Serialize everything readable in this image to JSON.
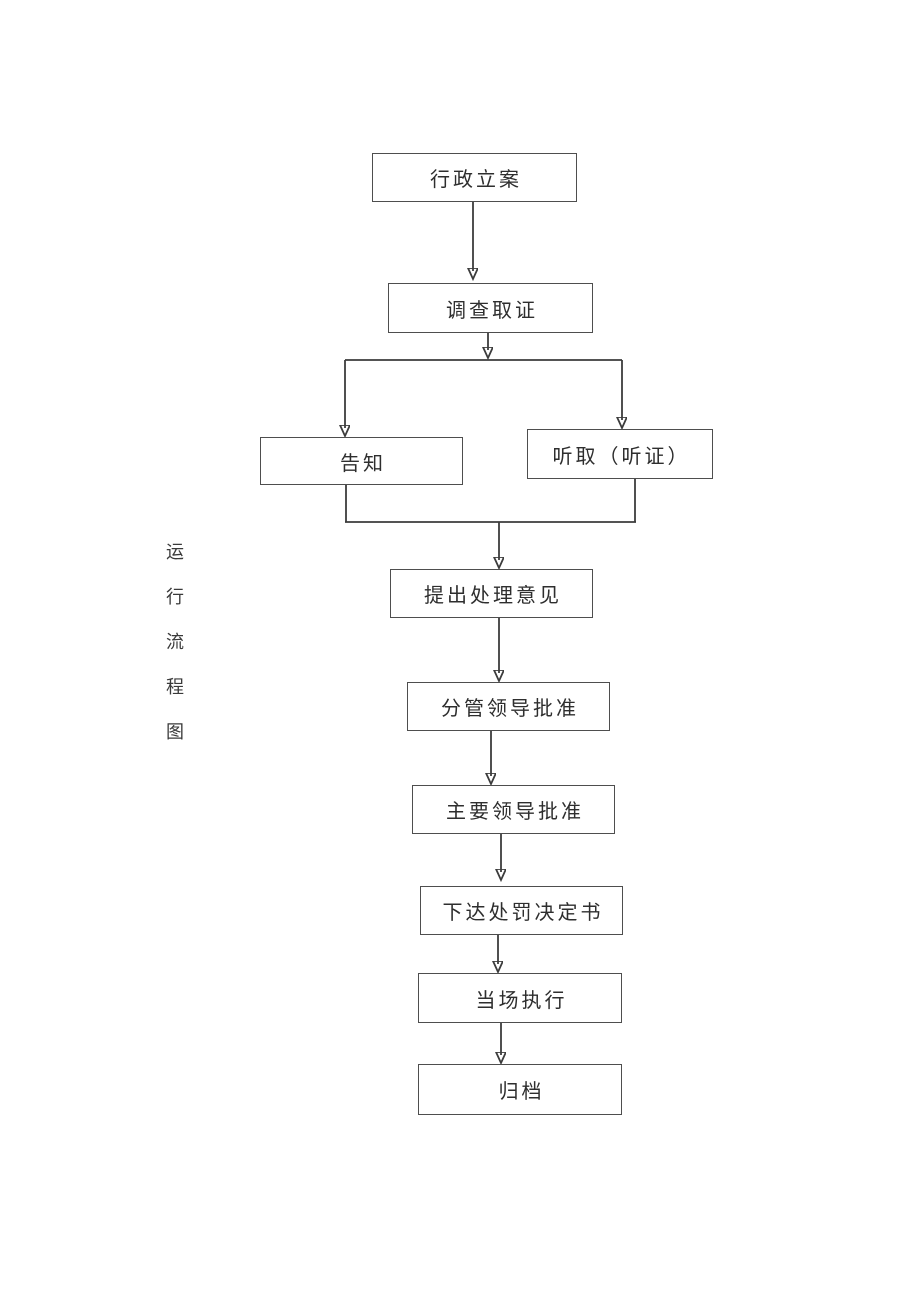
{
  "page": {
    "background_color": "#ffffff",
    "line_color": "#3c3c3c",
    "box_border_color": "#4e4e4e",
    "text_color": "#2e2e2e"
  },
  "side_label": {
    "full_text": "运行流程图",
    "text": "运\n行\n流\n程\n图"
  },
  "flowchart": {
    "nodes": [
      {
        "id": "case-filing",
        "label": "行政立案"
      },
      {
        "id": "investigation",
        "label": "调查取证"
      },
      {
        "id": "notification",
        "label": "告知"
      },
      {
        "id": "hearing",
        "label": "听取（听证）"
      },
      {
        "id": "opinion",
        "label": "提出处理意见"
      },
      {
        "id": "deputy-approval",
        "label": "分管领导批准"
      },
      {
        "id": "chief-approval",
        "label": "主要领导批准"
      },
      {
        "id": "penalty-decision",
        "label": "下达处罚决定书"
      },
      {
        "id": "on-site-execution",
        "label": "当场执行"
      },
      {
        "id": "archive",
        "label": "归档"
      }
    ],
    "edges": [
      {
        "from": "行政立案",
        "to": "调查取证"
      },
      {
        "from": "调查取证",
        "to": "告知"
      },
      {
        "from": "调查取证",
        "to": "听取（听证）"
      },
      {
        "from": "告知",
        "to": "提出处理意见"
      },
      {
        "from": "听取（听证）",
        "to": "提出处理意见"
      },
      {
        "from": "提出处理意见",
        "to": "分管领导批准"
      },
      {
        "from": "分管领导批准",
        "to": "主要领导批准"
      },
      {
        "from": "主要领导批准",
        "to": "下达处罚决定书"
      },
      {
        "from": "下达处罚决定书",
        "to": "当场执行"
      },
      {
        "from": "当场执行",
        "to": "归档"
      }
    ]
  }
}
